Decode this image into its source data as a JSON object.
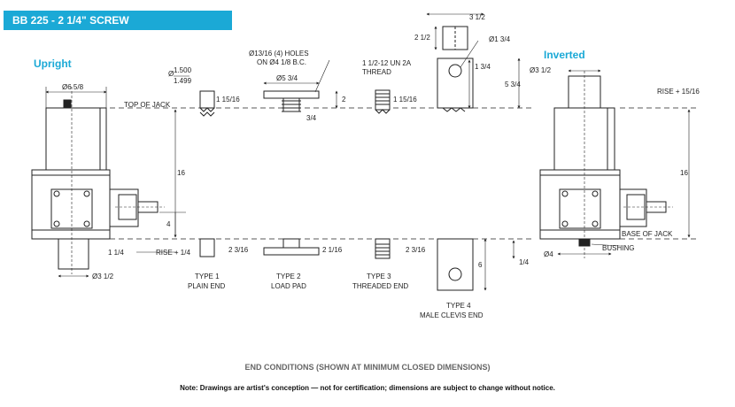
{
  "banner": {
    "title": "BB 225 - 2 1/4\" SCREW"
  },
  "headings": {
    "upright": "Upright",
    "inverted": "Inverted"
  },
  "dims": {
    "d658": "Ø6 5/8",
    "d1500": "1.500",
    "d1499": "1.499",
    "phi": "Ø",
    "d11516a": "1 15/16",
    "d11516b": "1 15/16",
    "holes1": "Ø13/16 (4) HOLES",
    "holes2": "ON Ø4 1/8 B.C.",
    "d534": "Ø5 3/4",
    "d2": "2",
    "d34": "3/4",
    "thread1": "1 1/2-12 UN 2A",
    "thread2": "THREAD",
    "d312top": "3 1/2",
    "d212": "2 1/2",
    "d134phi": "Ø1 3/4",
    "d134": "1 3/4",
    "d534b": "5 3/4",
    "d312inv": "Ø3 1/2",
    "rise1516": "RISE + 15/16",
    "topjack": "TOP OF JACK",
    "d16a": "16",
    "d16b": "16",
    "d4": "4",
    "d114": "1 1/4",
    "rise14": "RISE + 1/4",
    "d2316a": "2 3/16",
    "d2316b": "2 3/16",
    "d2116": "2 1/16",
    "d312bot": "Ø3 1/2",
    "d6": "6",
    "d14": "1/4",
    "basejack": "BASE OF JACK",
    "d4phi": "Ø4",
    "bushing": "BUSHING"
  },
  "types": [
    {
      "name": "TYPE 1",
      "desc": "PLAIN END"
    },
    {
      "name": "TYPE 2",
      "desc": "LOAD PAD"
    },
    {
      "name": "TYPE 3",
      "desc": "THREADED END"
    },
    {
      "name": "TYPE 4",
      "desc": "MALE CLEVIS END"
    }
  ],
  "captions": {
    "end_conditions": "END CONDITIONS (SHOWN AT MINIMUM CLOSED DIMENSIONS)",
    "note": "Note: Drawings are artist's conception — not for certification; dimensions are subject to change without notice."
  },
  "colors": {
    "accent": "#1ba9d6",
    "line": "#222222"
  }
}
